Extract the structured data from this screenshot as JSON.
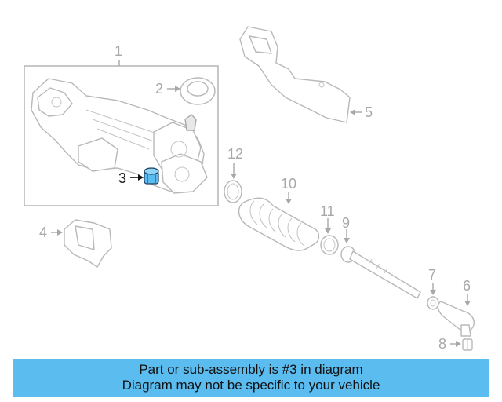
{
  "diagram": {
    "callouts": [
      "1",
      "2",
      "3",
      "4",
      "5",
      "6",
      "7",
      "8",
      "9",
      "10",
      "11",
      "12"
    ],
    "highlighted_part": "3",
    "highlight_color": "#5bbcf0"
  },
  "banner": {
    "line1": "Part or sub-assembly is #3 in diagram",
    "line2": "Diagram may not be specific to your vehicle",
    "background": "#5bbcf0"
  }
}
